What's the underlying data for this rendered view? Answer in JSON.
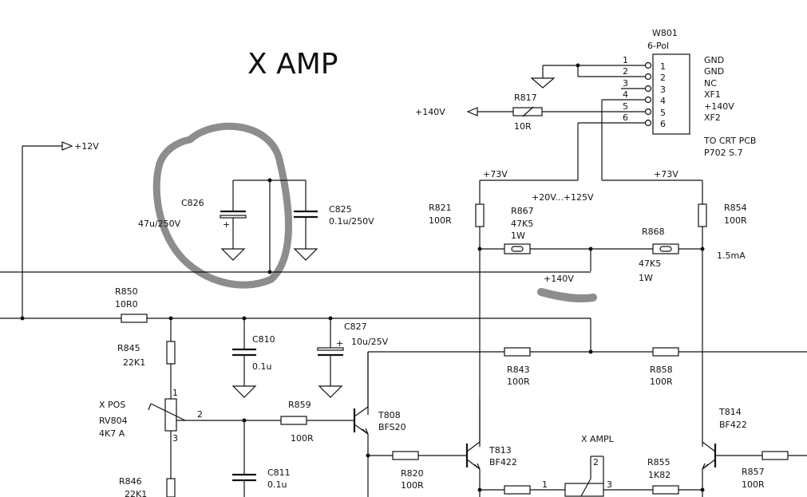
{
  "title": "X AMP",
  "connector": {
    "ref": "W801",
    "type": "6-Pol",
    "pins": [
      "1",
      "2",
      "3",
      "4",
      "5",
      "6"
    ],
    "pin_names": [
      "GND",
      "GND",
      "NC",
      "XF1",
      "+140V",
      "XF2"
    ],
    "note_1": "TO CRT PCB",
    "note_2": "P702 S.7"
  },
  "rails": {
    "p12": "+12V",
    "p140_left": "+140V",
    "p73_left": "+73V",
    "p73_right": "+73V",
    "range": "+20V...+125V",
    "p140_mid": "+140V",
    "current": "1.5mA"
  },
  "parts": {
    "R817": {
      "ref": "R817",
      "val": "10R"
    },
    "C826": {
      "ref": "C826",
      "val": "47u/250V"
    },
    "C825": {
      "ref": "C825",
      "val": "0.1u/250V"
    },
    "R821": {
      "ref": "R821",
      "val": "100R"
    },
    "R867": {
      "ref": "R867",
      "val": "47K5",
      "pwr": "1W"
    },
    "R868": {
      "ref": "R868",
      "val": "47K5",
      "pwr": "1W"
    },
    "R854": {
      "ref": "R854",
      "val": "100R"
    },
    "R850": {
      "ref": "R850",
      "val": "10R0"
    },
    "R845": {
      "ref": "R845",
      "val": "22K1"
    },
    "C810": {
      "ref": "C810",
      "val": "0.1u"
    },
    "C827": {
      "ref": "C827",
      "val": "10u/25V"
    },
    "R843": {
      "ref": "R843",
      "val": "100R"
    },
    "R858": {
      "ref": "R858",
      "val": "100R"
    },
    "RV804": {
      "label": "X POS",
      "ref": "RV804",
      "val": "4K7 A",
      "pin1": "1",
      "pin2": "2",
      "pin3": "3"
    },
    "R859": {
      "ref": "R859",
      "val": "100R"
    },
    "T808": {
      "ref": "T808",
      "val": "BFS20"
    },
    "T813": {
      "ref": "T813",
      "val": "BF422"
    },
    "T814": {
      "ref": "T814",
      "val": "BF422"
    },
    "C811": {
      "ref": "C811",
      "val": "0.1u"
    },
    "R846": {
      "ref": "R846",
      "val": "22K1"
    },
    "R820": {
      "ref": "R820",
      "val": "100R"
    },
    "XAMPL": {
      "label": "X AMPL",
      "pin1": "1",
      "pin2": "2",
      "pin3": "3"
    },
    "R855": {
      "ref": "R855",
      "val": "1K82"
    },
    "R857": {
      "ref": "R857",
      "val": "100R"
    }
  }
}
